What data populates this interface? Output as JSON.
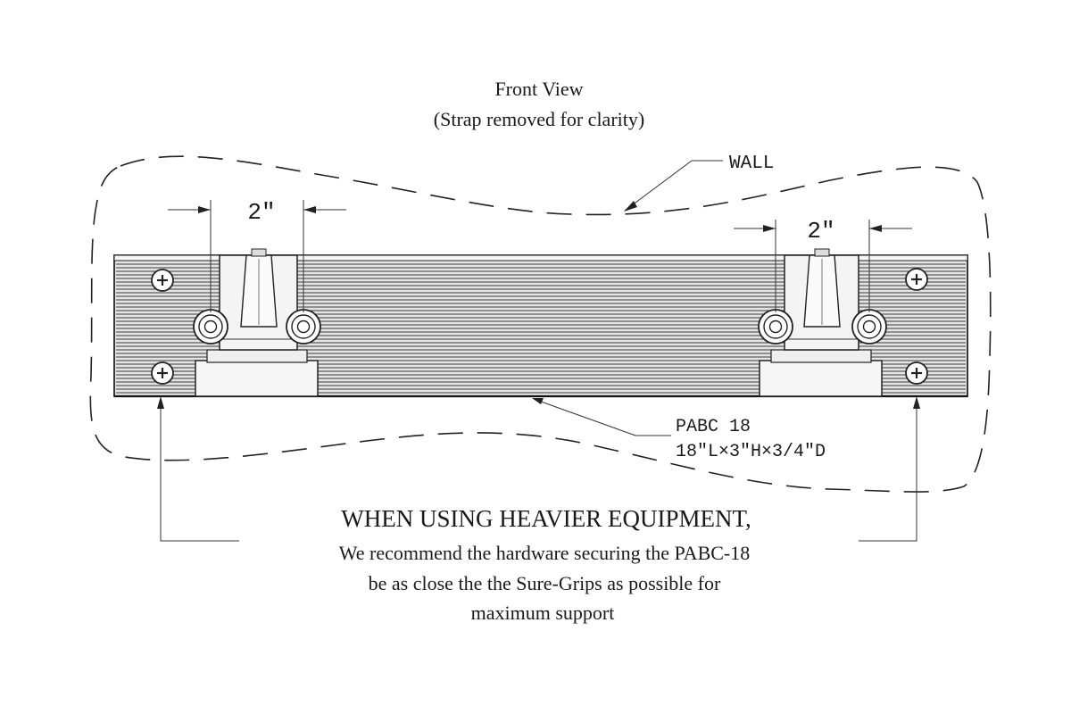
{
  "title": {
    "line1": "Front View",
    "line2": "(Strap removed for clarity)"
  },
  "labels": {
    "wall": "WALL",
    "dim_left": "2\"",
    "dim_right": "2\"",
    "part_name": "PABC 18",
    "part_size": "18\"L×3\"H×3/4\"D"
  },
  "note": {
    "heading": "WHEN USING HEAVIER EQUIPMENT,",
    "line1": "We recommend the hardware securing the PABC-18",
    "line2": "be as close the the Sure-Grips as possible for",
    "line3": "maximum support"
  },
  "colors": {
    "ink": "#1a1a1a",
    "rail_fill": "#e4e4e4",
    "grip_fill": "#f6f6f6",
    "background": "#ffffff"
  },
  "icons": {
    "screw": "phillips-screw-icon",
    "bolt": "hex-socket-bolt-icon",
    "arrow": "arrowhead"
  }
}
